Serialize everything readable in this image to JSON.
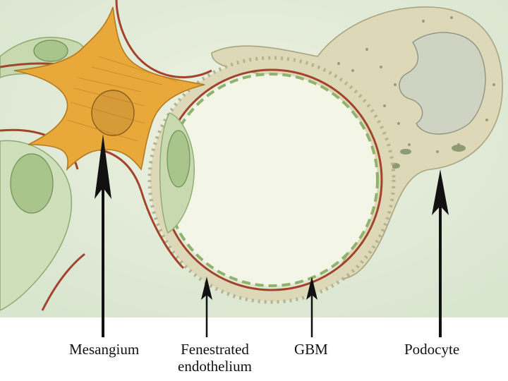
{
  "labels": {
    "mesangium": "Mesangium",
    "fenestrated_line1": "Fenestrated",
    "fenestrated_line2": "endothelium",
    "gbm": "GBM",
    "podocyte": "Podocyte"
  },
  "colors": {
    "background": "#e3ecd8",
    "mesangium_fill": "#e8a93a",
    "podocyte_fill": "#ddd9b8",
    "cell_green": "#a9c58c",
    "basement_membrane": "#a4432c",
    "arrow": "#111111"
  }
}
